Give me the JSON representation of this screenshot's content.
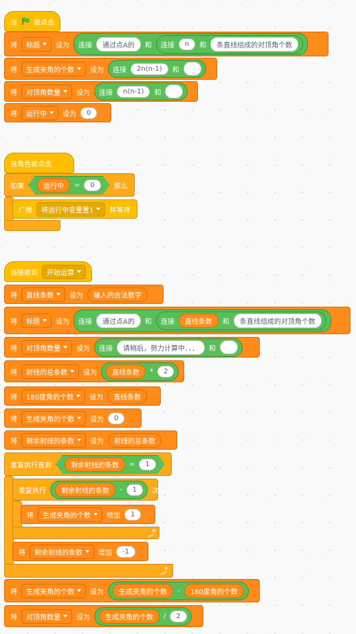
{
  "script1": {
    "hat": {
      "when": "当",
      "event": "被点击"
    },
    "rows": [
      {
        "set": "将",
        "var": "标题",
        "to": "设为",
        "join1": "连接",
        "v1": "通过点A的",
        "and": "和",
        "join2": "连接",
        "v2": "n",
        "and2": "和",
        "v3": "条直线组成的对顶角个数"
      },
      {
        "set": "将",
        "var": "生成夹角的个数",
        "to": "设为",
        "join": "连接",
        "v1": "2n(n-1)",
        "and": "和"
      },
      {
        "set": "将",
        "var": "对顶角数量",
        "to": "设为",
        "join": "连接",
        "v1": "n(n-1)",
        "and": "和"
      },
      {
        "set": "将",
        "var": "运行中",
        "to": "设为",
        "v1": "0"
      }
    ]
  },
  "script2": {
    "hat": "当角色被点击",
    "if": "如果",
    "condvar": "运行中",
    "eq": "=",
    "val": "0",
    "then": "那么",
    "broadcast": "广播",
    "msg": "将运行中变量置1",
    "wait": "并等待"
  },
  "script3": {
    "hat": {
      "receive": "当接收到",
      "msg": "开始运算"
    },
    "r1": {
      "set": "将",
      "var": "直线条数",
      "to": "设为",
      "v": "输入的合法数字"
    },
    "r2": {
      "set": "将",
      "var": "标题",
      "to": "设为",
      "join1": "连接",
      "v1": "通过点A的",
      "and": "和",
      "join2": "连接",
      "v2": "直线条数",
      "and2": "和",
      "v3": "条直线组成的对顶角个数"
    },
    "r3": {
      "set": "将",
      "var": "对顶角数量",
      "to": "设为",
      "join": "连接",
      "v1": "请稍后，努力计算中．．．",
      "and": "和"
    },
    "r4": {
      "set": "将",
      "var": "射线的总条数",
      "to": "设为",
      "v1": "直线条数",
      "op": "*",
      "v2": "2"
    },
    "r5": {
      "set": "将",
      "var": "180度角的个数",
      "to": "设为",
      "v": "直线条数"
    },
    "r6": {
      "set": "将",
      "var": "生成夹角的个数",
      "to": "设为",
      "v": "0"
    },
    "r7": {
      "set": "将",
      "var": "剩余射线的条数",
      "to": "设为",
      "v": "射线的总条数"
    },
    "until": {
      "label": "重复执行直到",
      "var": "剩余射线的条数",
      "eq": "=",
      "v": "1"
    },
    "rep": {
      "label": "重复执行",
      "var": "剩余射线的条数",
      "op": "-",
      "v": "1",
      "times": "次"
    },
    "inc1": {
      "set": "将",
      "var": "生成夹角的个数",
      "add": "增加",
      "v": "1"
    },
    "inc2": {
      "set": "将",
      "var": "剩余射线的条数",
      "add": "增加",
      "v": "-1"
    },
    "r8": {
      "set": "将",
      "var": "生成夹角的个数",
      "to": "设为",
      "v1": "生成夹角的个数",
      "op": "-",
      "v2": "180度角的个数"
    },
    "r9": {
      "set": "将",
      "var": "对顶角数量",
      "to": "设为",
      "v1": "生成夹角的个数",
      "op": "/",
      "v2": "2"
    }
  },
  "icons": {
    "flag": "green-flag-icon",
    "caret": "dropdown-caret-icon",
    "loop": "loop-arrow-icon"
  }
}
